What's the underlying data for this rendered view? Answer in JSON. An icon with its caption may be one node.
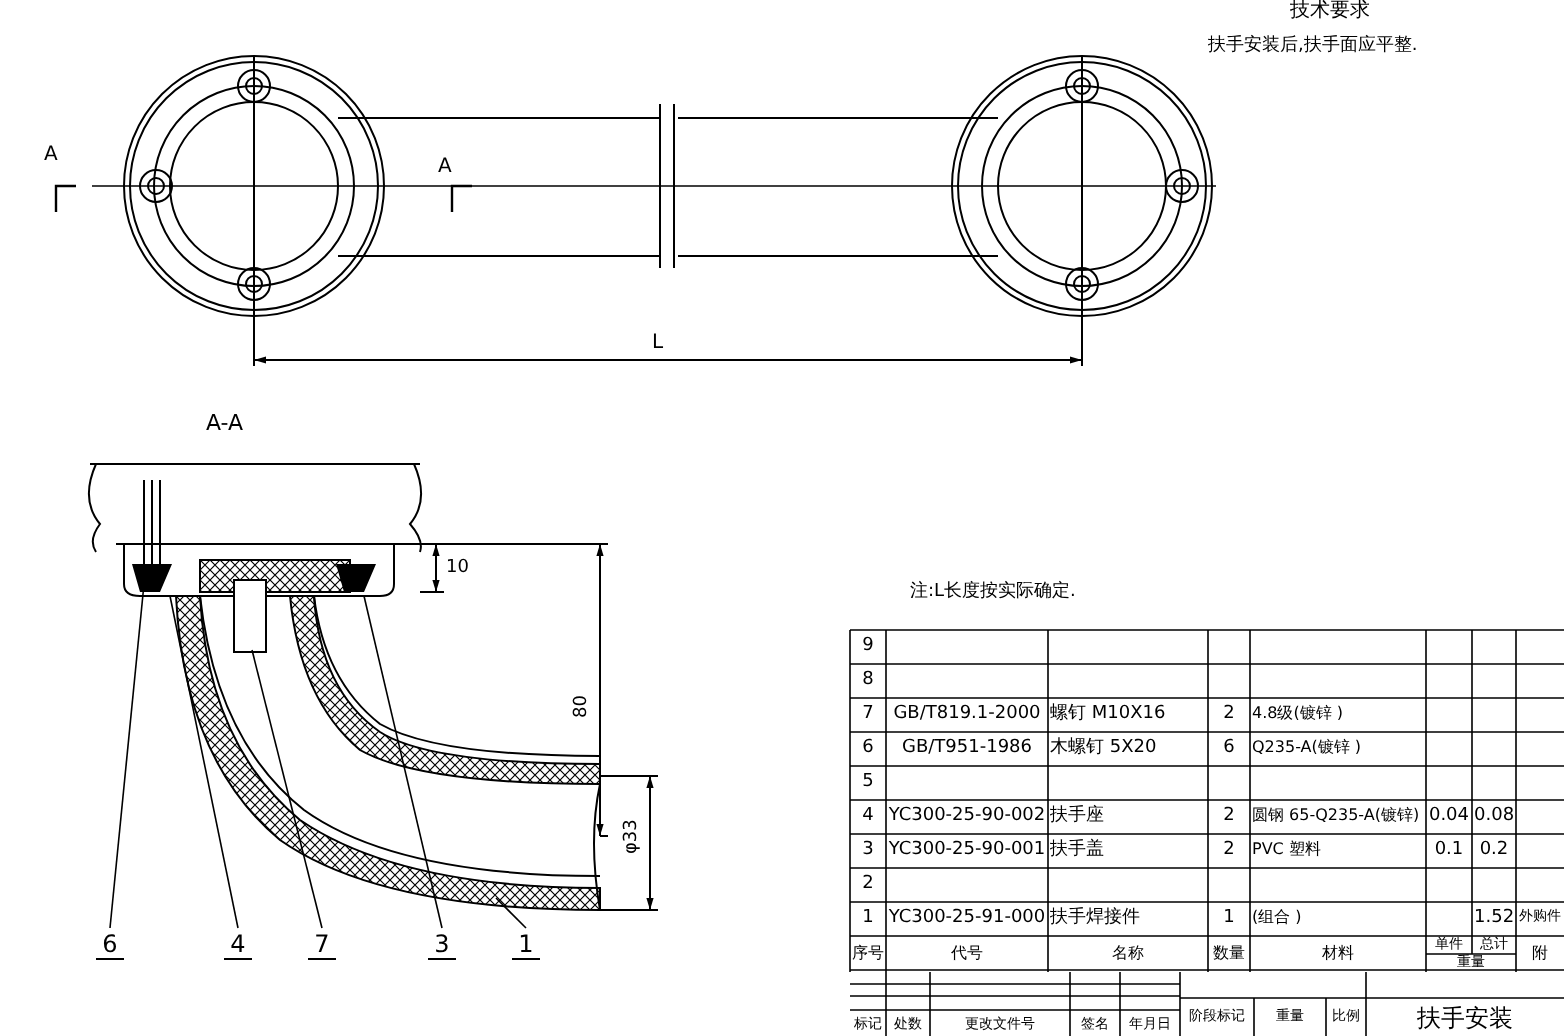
{
  "diagram": {
    "title": "技术要求",
    "nodes": [
      {
        "text": [
          "6"
        ]
      },
      {
        "text": [
          "4"
        ]
      },
      {
        "text": [
          "7"
        ]
      },
      {
        "text": [
          "3"
        ]
      },
      {
        "text": [
          "1"
        ]
      }
    ],
    "edges": [
      {
        "from": 0,
        "to": null,
        "arrow": "none"
      },
      {
        "from": 1,
        "to": null,
        "arrow": "none"
      },
      {
        "from": 2,
        "to": null,
        "arrow": "none"
      },
      {
        "from": 3,
        "to": null,
        "arrow": "none"
      },
      {
        "from": 4,
        "to": null,
        "arrow": "none"
      }
    ],
    "labels": [
      "扶手安装后,扶手面应平整.",
      "A",
      "A",
      "L",
      "A-A",
      "10",
      "80",
      "φ33",
      "注:L长度按实际确定.",
      "9",
      "8",
      "7",
      "GB/T819.1-2000",
      "螺钉 M10X16",
      "2",
      "4.8级(镀锌 )",
      "6",
      "GB/T951-1986",
      "木螺钉 5X20",
      "6",
      "Q235-A(镀锌 )",
      "5",
      "4",
      "YC300-25-90-002",
      "扶手座",
      "2",
      "圆钢 65-Q235-A(镀锌)",
      "0.04",
      "0.08",
      "3",
      "YC300-25-90-001",
      "扶手盖",
      "2",
      "PVC 塑料",
      "0.1",
      "0.2",
      "2",
      "1",
      "YC300-25-91-000",
      "扶手焊接件",
      "1",
      "(组合 )",
      "1.52",
      "外购件",
      "序号",
      "代号",
      "名称",
      "数量",
      "材料",
      "单件",
      "总计",
      "重量",
      "附",
      "标记",
      "处数",
      "更改文件号",
      "签名",
      "年月日",
      "阶段标记",
      "重量",
      "比例",
      "扶手安装"
    ]
  }
}
